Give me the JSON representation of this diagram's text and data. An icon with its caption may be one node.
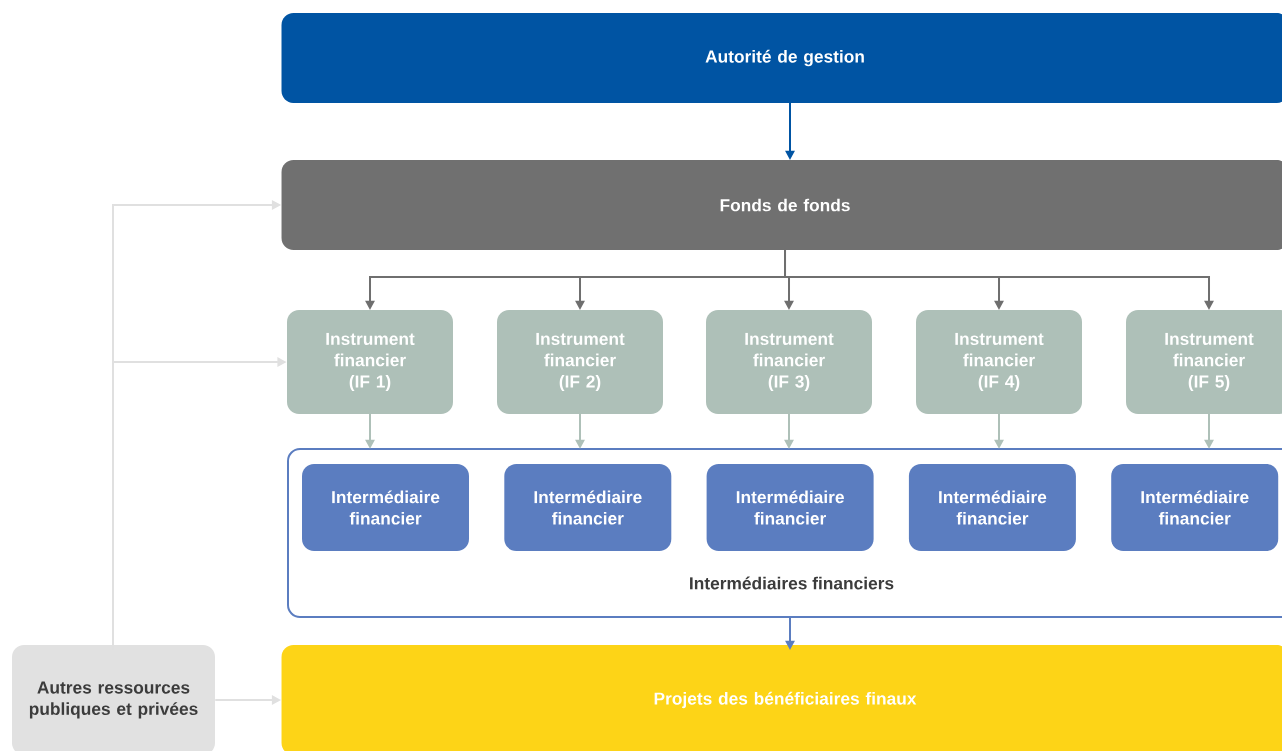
{
  "diagram": {
    "nodes": [
      {
        "text": [
          "Autorité de gestion"
        ]
      },
      {
        "text": [
          "Fonds de fonds"
        ]
      },
      {
        "text": [
          "Instrument financier (IF 1)"
        ]
      },
      {
        "text": [
          "Instrument financier (IF 2)"
        ]
      },
      {
        "text": [
          "Instrument financier (IF 3)"
        ]
      },
      {
        "text": [
          "Instrument financier (IF 4)"
        ]
      },
      {
        "text": [
          "Instrument financier (IF 5)"
        ]
      },
      {
        "text": [
          "Intermédiaires financiers"
        ]
      },
      {
        "text": [
          "Intermédiaire financier"
        ],
        "in": 7
      },
      {
        "text": [
          "Intermédiaire financier"
        ],
        "in": 7
      },
      {
        "text": [
          "Intermédiaire financier"
        ],
        "in": 7
      },
      {
        "text": [
          "Intermédiaire financier"
        ],
        "in": 7
      },
      {
        "text": [
          "Intermédiaire financier"
        ],
        "in": 7
      },
      {
        "text": [
          "Projets des bénéficiaires finaux"
        ]
      },
      {
        "text": [
          "Autres ressources publiques et privées"
        ]
      }
    ],
    "edges": [
      {
        "from": 0,
        "to": 1,
        "arrow": "to",
        "color": "#0054a3"
      },
      {
        "from": 1,
        "to": 2,
        "arrow": "to",
        "color": "#6f6f6f"
      },
      {
        "from": 1,
        "to": 3,
        "arrow": "to",
        "color": "#6f6f6f"
      },
      {
        "from": 1,
        "to": 4,
        "arrow": "to",
        "color": "#6f6f6f"
      },
      {
        "from": 1,
        "to": 5,
        "arrow": "to",
        "color": "#6f6f6f"
      },
      {
        "from": 1,
        "to": 6,
        "arrow": "to",
        "color": "#6f6f6f"
      },
      {
        "from": 2,
        "to": 7,
        "arrow": "to",
        "color": "#aec0b8"
      },
      {
        "from": 3,
        "to": 7,
        "arrow": "to",
        "color": "#aec0b8"
      },
      {
        "from": 4,
        "to": 7,
        "arrow": "to",
        "color": "#aec0b8"
      },
      {
        "from": 5,
        "to": 7,
        "arrow": "to",
        "color": "#aec0b8"
      },
      {
        "from": 6,
        "to": 7,
        "arrow": "to",
        "color": "#aec0b8"
      },
      {
        "from": 7,
        "to": 13,
        "arrow": "to",
        "color": "#5b7dc0"
      },
      {
        "from": 14,
        "to": 1,
        "arrow": "to",
        "color": "#e0e0e0"
      },
      {
        "from": 14,
        "to": 2,
        "arrow": "to",
        "color": "#e0e0e0"
      },
      {
        "from": 14,
        "to": 13,
        "arrow": "to",
        "color": "#e0e0e0"
      }
    ]
  }
}
